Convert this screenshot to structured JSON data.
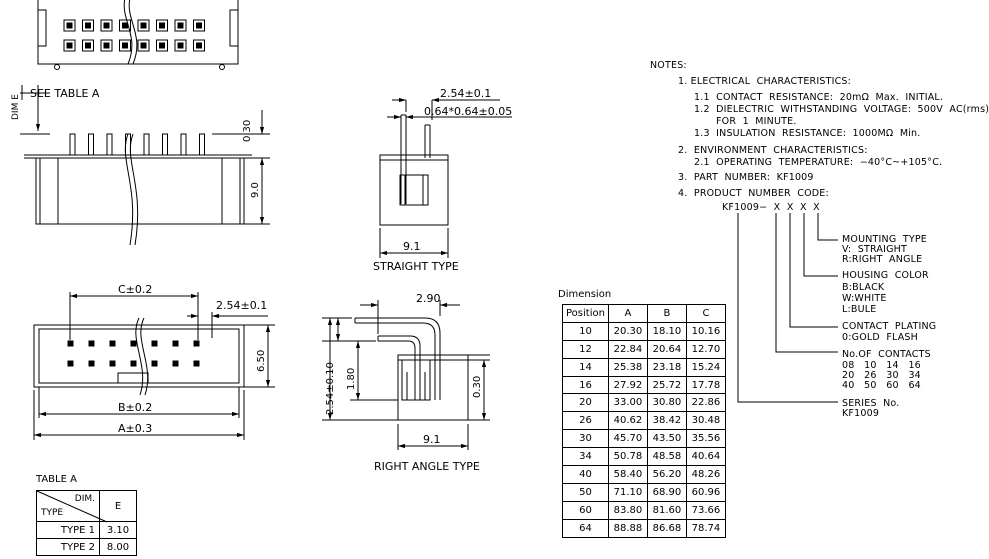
{
  "labels": {
    "dim_e": "DIM E",
    "see_table": "SEE TABLE A",
    "straight_type": "STRAIGHT TYPE",
    "right_angle_type": "RIGHT ANGLE TYPE",
    "pitch_top": "2.54±0.1",
    "pin_size": "0.64*0.64±0.05",
    "d030": "0.30",
    "d90": "9.0",
    "d91_straight": "9.1",
    "c_dim": "C±0.2",
    "pitch_front": "2.54±0.1",
    "d650": "6.50",
    "b_dim": "B±0.2",
    "a_dim": "A±0.3",
    "d290": "2.90",
    "d254_010": "2.54±0.10",
    "d180": "1.80",
    "d030_ra": "0.30",
    "d91_ra": "9.1"
  },
  "table_a": {
    "title": "TABLE A",
    "corner_top": "DIM.",
    "corner_bottom": "TYPE",
    "col": "E",
    "rows": [
      {
        "type": "TYPE  1",
        "e": "3.10"
      },
      {
        "type": "TYPE  2",
        "e": "8.00"
      }
    ]
  },
  "dimension_table": {
    "title": "Dimension",
    "headers": [
      "Position",
      "A",
      "B",
      "C"
    ],
    "rows": [
      [
        "10",
        "20.30",
        "18.10",
        "10.16"
      ],
      [
        "12",
        "22.84",
        "20.64",
        "12.70"
      ],
      [
        "14",
        "25.38",
        "23.18",
        "15.24"
      ],
      [
        "16",
        "27.92",
        "25.72",
        "17.78"
      ],
      [
        "20",
        "33.00",
        "30.80",
        "22.86"
      ],
      [
        "26",
        "40.62",
        "38.42",
        "30.48"
      ],
      [
        "30",
        "45.70",
        "43.50",
        "35.56"
      ],
      [
        "34",
        "50.78",
        "48.58",
        "40.64"
      ],
      [
        "40",
        "58.40",
        "56.20",
        "48.26"
      ],
      [
        "50",
        "71.10",
        "68.90",
        "60.96"
      ],
      [
        "60",
        "83.80",
        "81.60",
        "73.66"
      ],
      [
        "64",
        "88.88",
        "86.68",
        "78.74"
      ]
    ]
  },
  "notes": {
    "title": "NOTES:",
    "lines": [
      "1. ELECTRICAL  CHARACTERISTICS:",
      "1.1  CONTACT  RESISTANCE:  20mΩ  Max.  INITIAL.",
      "1.2  DIELECTRIC  WITHSTANDING  VOLTAGE:  500V  AC(rms)",
      "FOR  1  MINUTE.",
      "1.3  INSULATION  RESISTANCE:  1000MΩ  Min.",
      "2.  ENVIRONMENT  CHARACTERISTICS:",
      "2.1  OPERATING  TEMPERATURE:  −40°C~+105°C.",
      "3.  PART  NUMBER:  KF1009",
      "4.  PRODUCT  NUMBER  CODE:"
    ],
    "code": "KF1009−  X  X  X  X",
    "callouts": [
      [
        "MOUNTING  TYPE",
        "V:  STRAIGHT",
        "R:RIGHT  ANGLE"
      ],
      [
        "HOUSING  COLOR",
        "B:BLACK",
        "W:WHITE",
        "L:BULE"
      ],
      [
        "CONTACT  PLATING",
        "0:GOLD  FLASH"
      ],
      [
        "No.OF  CONTACTS",
        "08   10   14   16",
        "20   26   30   34",
        "40   50   60   64"
      ],
      [
        "SERIES  No.",
        "KF1009"
      ]
    ]
  }
}
